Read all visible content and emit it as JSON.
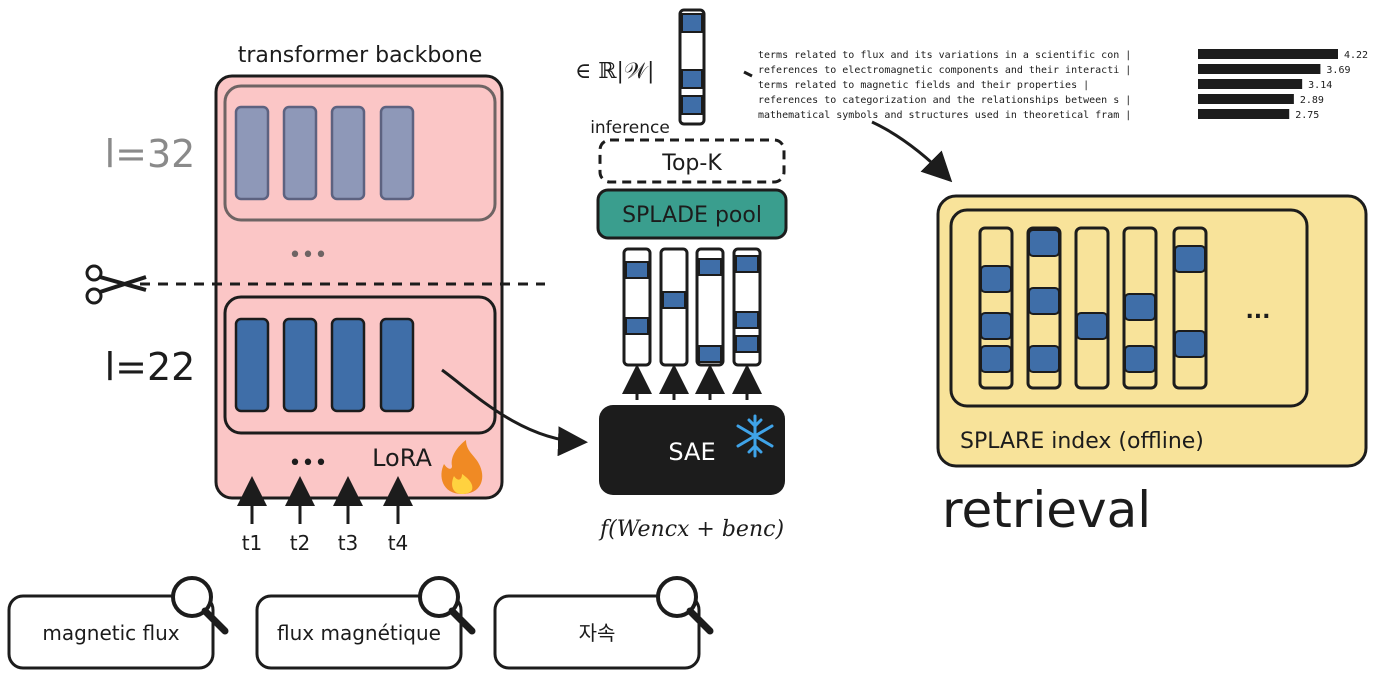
{
  "backbone": {
    "title": "transformer backbone",
    "layer_top_label": "l=32",
    "layer_mid_label": "l=22",
    "dots": "•••",
    "lora_label": "LoRA",
    "tokens": [
      "t1",
      "t2",
      "t3",
      "t4"
    ]
  },
  "inference": {
    "vocab_space": "∈ ℝ|𝒲|",
    "label": "inference",
    "topk_label": "Top-K",
    "splade_pool_label": "SPLADE pool",
    "sae_label": "SAE",
    "sae_formula": "f(Wencx + benc)"
  },
  "features": {
    "rows": [
      {
        "text": "terms related to flux and its variations in a scientific con",
        "value": "4.22",
        "score": 4.22
      },
      {
        "text": "references to electromagnetic components and their interacti",
        "value": "3.69",
        "score": 3.69
      },
      {
        "text": "terms related to magnetic fields and their properties       ",
        "value": "3.14",
        "score": 3.14
      },
      {
        "text": "references to categorization and the relationships between s",
        "value": "2.89",
        "score": 2.89
      },
      {
        "text": "mathematical symbols and structures used in theoretical fram",
        "value": "2.75",
        "score": 2.75
      }
    ]
  },
  "index": {
    "label": "SPLARE index (offline)",
    "ellipsis": "...",
    "title": "retrieval"
  },
  "queries": [
    {
      "text": "magnetic flux"
    },
    {
      "text": "flux magnétique"
    },
    {
      "text": "자속"
    }
  ],
  "colors": {
    "backbone_fill": "#fbc6c6",
    "layer_top_fill": "#8e98b8",
    "layer_blue": "#3f6ea8",
    "splade_teal": "#3a9e8e",
    "index_yellow": "#f8e39a",
    "sae_black": "#1c1c1c",
    "grey_label": "#8a8a8a"
  },
  "icons": [
    "scissors-icon",
    "fire-icon",
    "snowflake-icon",
    "magnifier-icon"
  ]
}
